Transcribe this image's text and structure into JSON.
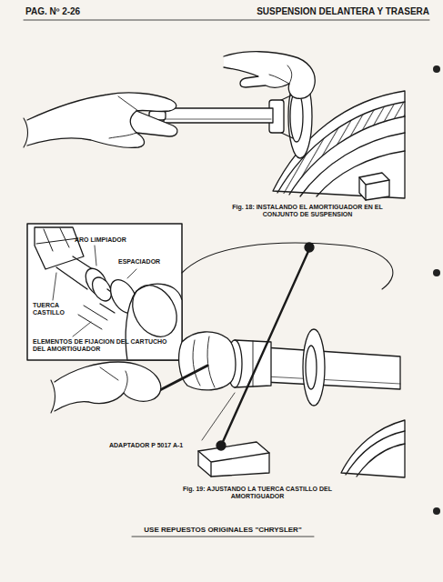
{
  "diagram": {
    "labels": [
      "PAG. Nº 2-26",
      "SUSPENSION DELANTERA Y TRASERA",
      "Fig. 18: INSTALANDO EL AMORTIGUADOR EN EL CONJUNTO DE SUSPENSION",
      "ARO LIMPIADOR",
      "ESPACIADOR",
      "TUERCA CASTILLO",
      "ELEMENTOS DE FIJACION DEL CARTUCHO DEL AMORTIGUADOR",
      "ADAPTADOR P 5017 A-1",
      "Fig. 19: AJUSTANDO LA TUERCA CASTILLO DEL AMORTIGUADOR",
      "USE REPUESTOS ORIGINALES \"CHRYSLER\""
    ]
  }
}
